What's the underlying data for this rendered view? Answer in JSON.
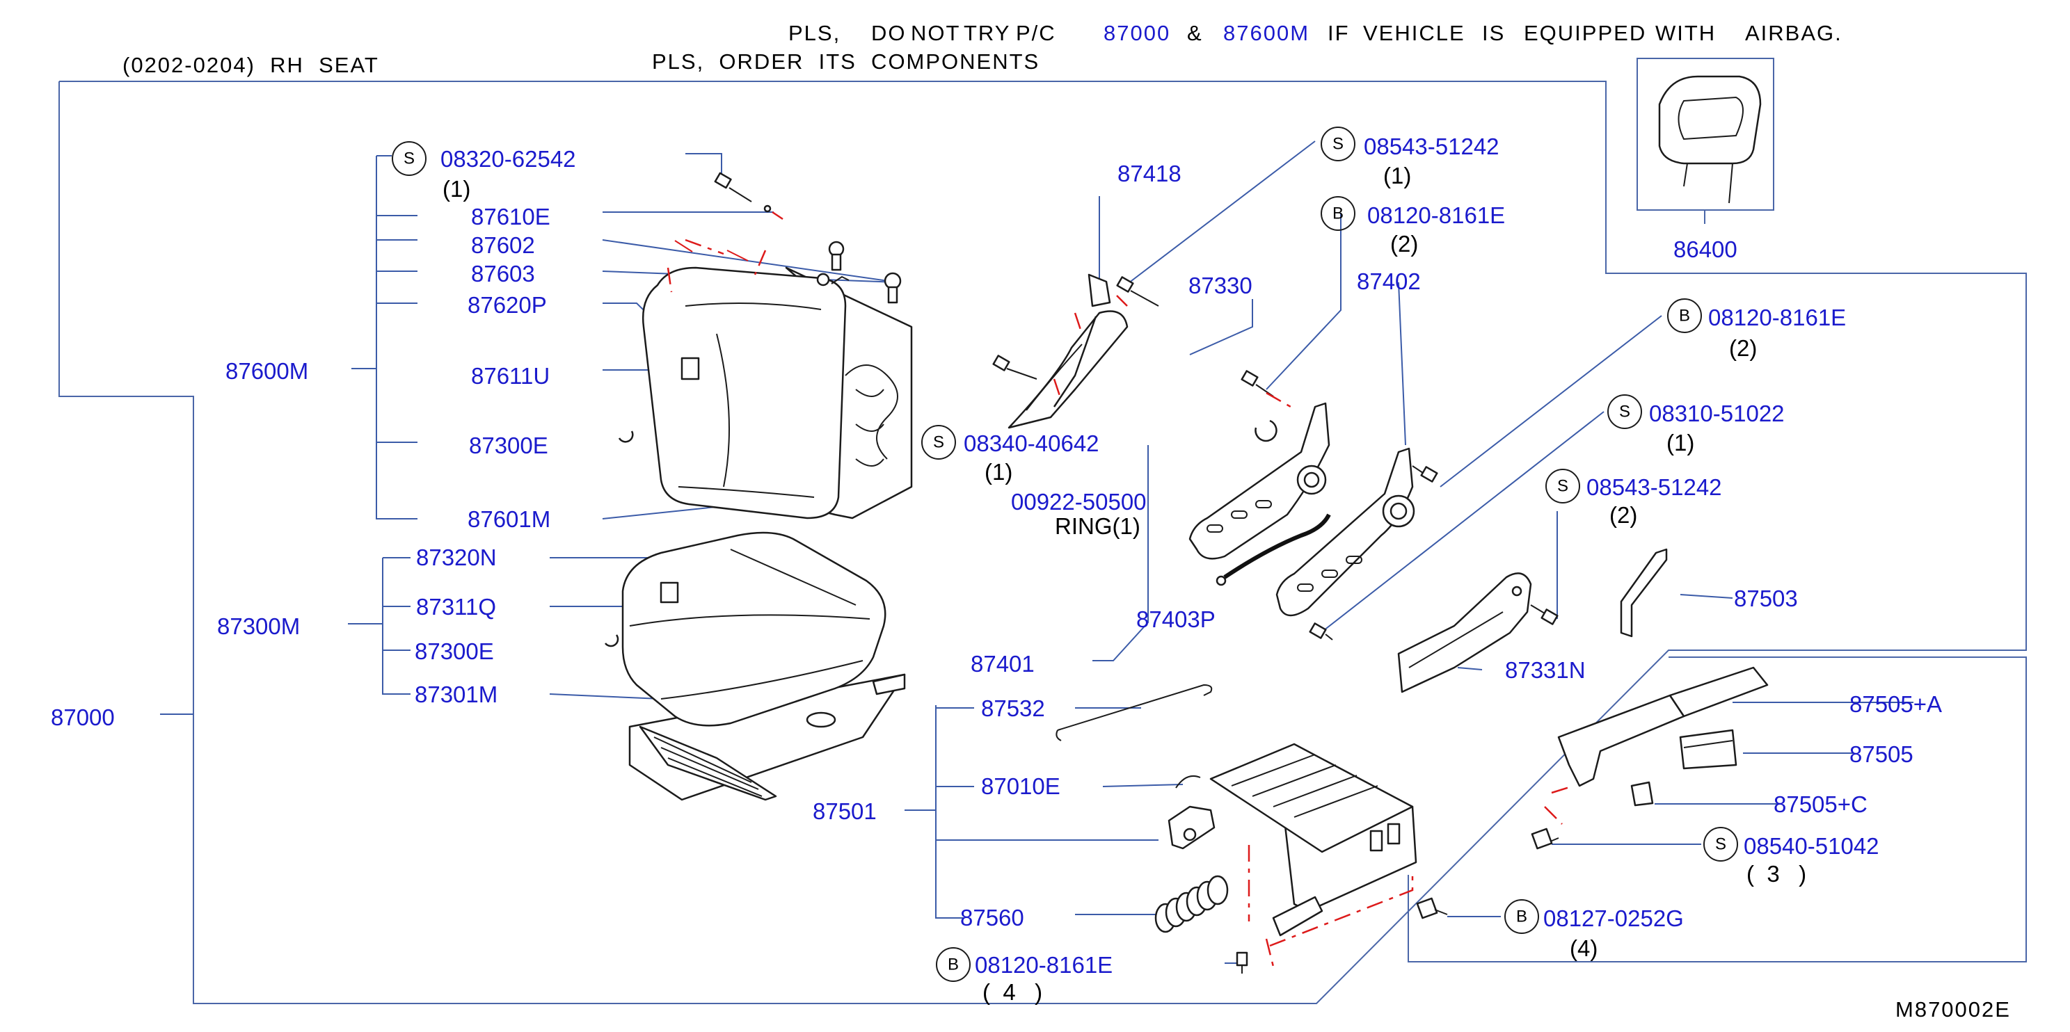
{
  "notes": {
    "line1": [
      "PLS,",
      "DO",
      "NOT",
      "TRY",
      "P/C",
      "87000",
      "&",
      "87600M",
      "IF",
      "VEHICLE",
      "IS",
      "EQUIPPED",
      "WITH",
      "AIRBAG."
    ],
    "line2": "PLS,  ORDER  ITS  COMPONENTS",
    "seat": "(0202-0204)  RH  SEAT"
  },
  "diagram_code": "M870002E",
  "colors": {
    "link": "#1a1acc",
    "text": "#000000",
    "leader": "#3b5ba8",
    "frame": "#4a66a8",
    "dash": "#dd1a1a",
    "stroke": "#1b1b1b"
  },
  "labels": {
    "87000": "87000",
    "87600M": "87600M",
    "87300M": "87300M",
    "87501": "87501",
    "08320_62542": "08320-62542",
    "87610E": "87610E",
    "87602": "87602",
    "87603": "87603",
    "87620P": "87620P",
    "87611U": "87611U",
    "87300E_back": "87300E",
    "87601M": "87601M",
    "87320N": "87320N",
    "87311Q": "87311Q",
    "87300E_cush": "87300E",
    "87301M": "87301M",
    "87418": "87418",
    "08543_51242_top": "08543-51242",
    "08120_8161E_top": "08120-8161E",
    "87330": "87330",
    "87402": "87402",
    "08340_40642": "08340-40642",
    "00922_50500": "00922-50500",
    "08120_8161E_right": "08120-8161E",
    "08310_51022": "08310-51022",
    "08543_51242_right": "08543-51242",
    "87403P": "87403P",
    "87401": "87401",
    "87503": "87503",
    "87331N": "87331N",
    "87532": "87532",
    "87010E": "87010E",
    "87560": "87560",
    "08120_8161E_bottom": "08120-8161E",
    "87505A": "87505+A",
    "87505": "87505",
    "87505C": "87505+C",
    "08540_51042": "08540-51042",
    "08127_0252G": "08127-0252G",
    "86400": "86400"
  },
  "qty": {
    "q_08320": "(1)",
    "q_08543_top": "(1)",
    "q_08120_top": "(2)",
    "q_08340": "(1)",
    "ring": "RING(1)",
    "q_08120_right": "(2)",
    "q_08310": "(1)",
    "q_08543_right": "(2)",
    "q_08540": "(  3   )",
    "q_08127": "(4)",
    "q_08120_bottom": "(  4   )"
  },
  "callouts": {
    "screw": "S",
    "bolt": "B"
  }
}
